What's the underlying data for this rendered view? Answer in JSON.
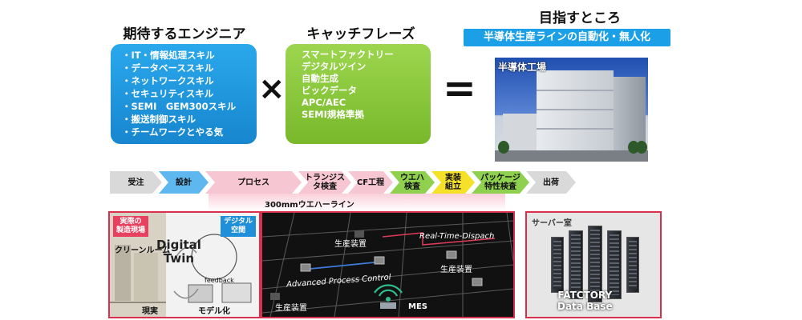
{
  "headings": {
    "skills": "期待するエンジニア",
    "phrases": "キャッチフレーズ",
    "goal": "目指すところ"
  },
  "goal_banner": "半導体生産ラインの自動化・無人化",
  "skills": [
    "・IT・情報処理スキル",
    "・データベーススキル",
    "・ネットワークスキル",
    "・セキュリティスキル",
    "・SEMI　GEM300スキル",
    "・搬送制御スキル",
    "・チームワークとやる気"
  ],
  "phrases": [
    "スマートファクトリー",
    "デジタルツイン",
    "自動生成",
    "ビックデータ",
    "APC/AEC",
    "SEMI規格準拠"
  ],
  "operators": {
    "times": "×",
    "equals": "="
  },
  "factory_label": "半導体工場",
  "process_steps": [
    {
      "label": "受注",
      "color": "#d9d9d9"
    },
    {
      "label": "設計",
      "color": "#5fb7ef"
    },
    {
      "label": "プロセス",
      "color": "#f7c6d3"
    },
    {
      "label": "トランジス\nタ検査",
      "color": "#f7c6d3"
    },
    {
      "label": "CF工程",
      "color": "#f7c6d3"
    },
    {
      "label": "ウエハ\n検査",
      "color": "#8fd14f"
    },
    {
      "label": "実装\n組立",
      "color": "#f6e12a"
    },
    {
      "label": "パッケージ\n特性検査",
      "color": "#8fd14f"
    },
    {
      "label": "出荷",
      "color": "#d9d9d9"
    }
  ],
  "wafer_line": "300mmウエハーライン",
  "left_panel": {
    "real_tag": "実際の\n製造現場",
    "digital_tag": "デジタル\n空間",
    "clean_room": "クリーンルーム",
    "twin": "Digital\nTwin",
    "feedback": "feedback",
    "reality": "現実",
    "modeling": "モデル化"
  },
  "mid_panel": {
    "equip_1": "生産装置",
    "equip_2": "生産装置",
    "equip_3": "生産装置",
    "rtd": "Real-Time-Dispach",
    "apc": "Advanced Process Control",
    "mes": "MES"
  },
  "right_panel": {
    "server_room": "サーバー室",
    "db_line1": "FATCTORY",
    "db_line2": "Data Base"
  }
}
